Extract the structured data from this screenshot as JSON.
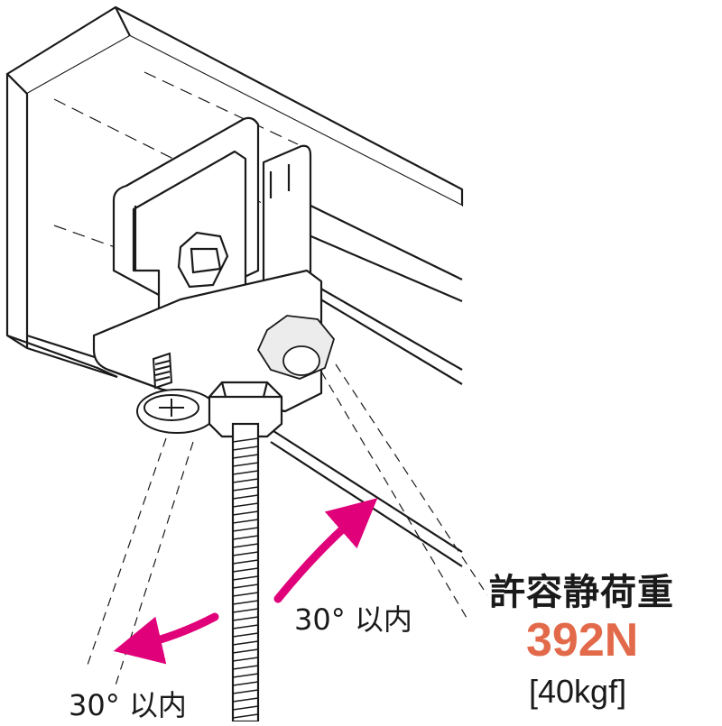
{
  "labels": {
    "angle_right": "30° 以内",
    "angle_left": "30° 以内"
  },
  "load": {
    "title": "許容静荷重",
    "value_n": "392N",
    "value_kgf": "[40kgf]"
  },
  "colors": {
    "arrow": "#e0007a",
    "load_value": "#e26a4a",
    "line": "#1a1a1a",
    "fill": "#ffffff",
    "shade": "#e9e9e9"
  },
  "icons": {
    "arrow_right": "curved-arrow-icon",
    "arrow_left": "curved-arrow-icon"
  }
}
